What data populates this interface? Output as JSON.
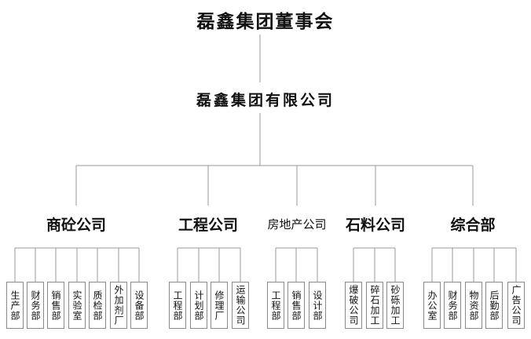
{
  "board": {
    "title": "磊鑫集团董事会"
  },
  "group": {
    "title": "磊鑫集团有限公司"
  },
  "divisions": [
    {
      "name": "商砼公司",
      "units": [
        "生产部",
        "财务部",
        "销售部",
        "实验室",
        "质检部",
        "外加剂厂",
        "设备部"
      ]
    },
    {
      "name": "工程公司",
      "units": [
        "工程部",
        "计划部",
        "修理厂",
        "运输公司"
      ]
    },
    {
      "name": "房地产公司",
      "units": [
        "工程部",
        "销售部",
        "设计部"
      ]
    },
    {
      "name": "石料公司",
      "units": [
        "爆破公司",
        "碎石加工",
        "砂砾加工"
      ]
    },
    {
      "name": "综合部",
      "units": [
        "办公室",
        "财务部",
        "物资部",
        "后勤部",
        "广告公司"
      ]
    }
  ]
}
